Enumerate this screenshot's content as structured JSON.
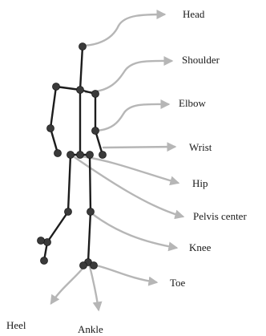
{
  "labels": {
    "head": "Head",
    "shoulder": "Shoulder",
    "elbow": "Elbow",
    "wrist": "Wrist",
    "hip": "Hip",
    "pelvis_center": "Pelvis center",
    "knee": "Knee",
    "toe": "Toe",
    "heel": "Heel",
    "ankle": "Ankle"
  },
  "colors": {
    "bone": "#1c1c1c",
    "joint": "#3a3a3a",
    "arrow": "#b6b6b6",
    "text": "#1a1a1a"
  }
}
